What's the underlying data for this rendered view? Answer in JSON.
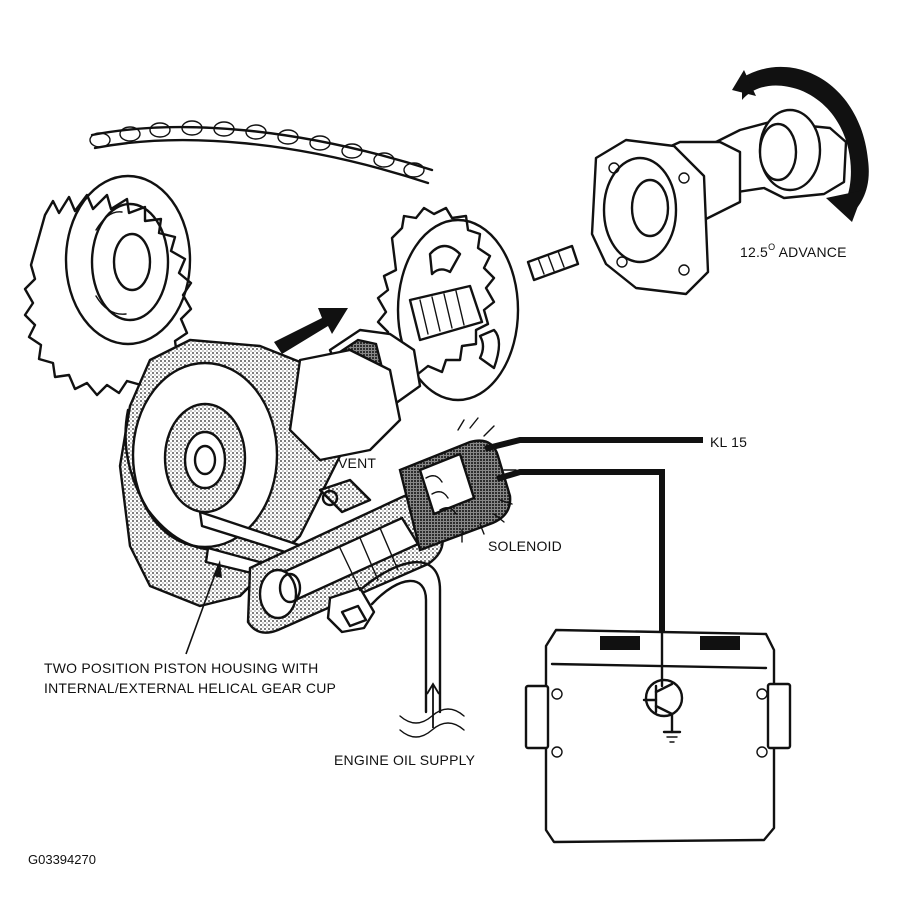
{
  "labels": {
    "advance": "12.5",
    "advance_degree": "O",
    "advance_suffix": " ADVANCE",
    "kl15": "KL 15",
    "vent": "VENT",
    "solenoid": "SOLENOID",
    "piston_line1": "TWO POSITION PISTON HOUSING WITH",
    "piston_line2": "INTERNAL/EXTERNAL HELICAL GEAR CUP",
    "oil_supply": "ENGINE OIL SUPPLY",
    "figure_id": "G03394270"
  }
}
